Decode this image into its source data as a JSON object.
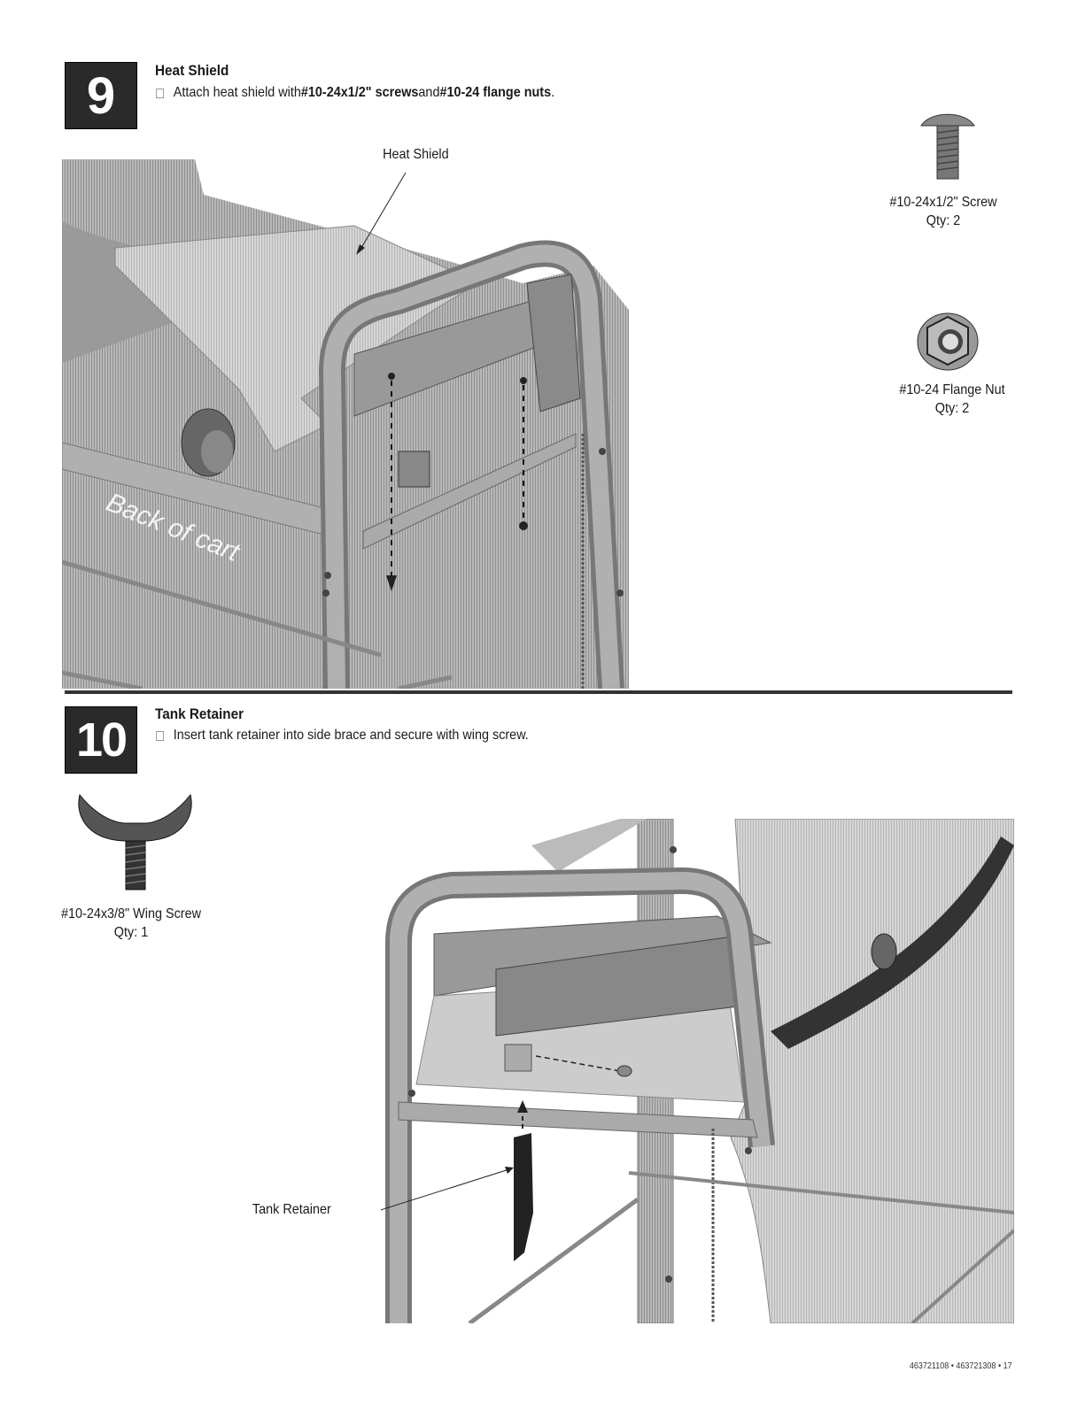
{
  "step9": {
    "number": "9",
    "title": "Heat Shield",
    "instruction_prefix": "Attach heat shield with ",
    "instruction_bold1": "#10-24x1/2\" screws",
    "instruction_mid": " and ",
    "instruction_bold2": "#10-24 flange nuts",
    "instruction_suffix": ".",
    "callout": "Heat Shield",
    "overlay_text": "Back of cart",
    "parts": [
      {
        "name": "#10-24x1/2\" Screw",
        "qty": "Qty: 2"
      },
      {
        "name": "#10-24 Flange Nut",
        "qty": "Qty: 2"
      }
    ]
  },
  "step10": {
    "number": "10",
    "title": "Tank Retainer",
    "instruction": "Insert tank retainer into side brace and secure with wing screw.",
    "callout": "Tank Retainer",
    "parts": [
      {
        "name": "#10-24x3/8\" Wing Screw",
        "qty": "Qty: 1"
      }
    ]
  },
  "footer": "463721108 • 463721308 • 17",
  "colors": {
    "metal": "#a9a9a9",
    "dark": "#2a2a2a",
    "panel": "#cfcfcf"
  }
}
